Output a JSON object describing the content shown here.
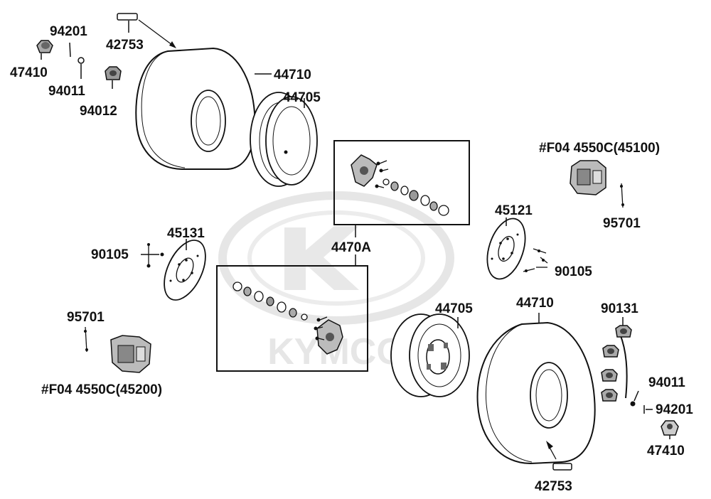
{
  "colors": {
    "line": "#111111",
    "watermark": "#e6e6e6",
    "background": "#ffffff"
  },
  "watermark": {
    "text": "KYMCO"
  },
  "callouts": {
    "tl_42753": "42753",
    "tl_94201": "94201",
    "tl_47410": "47410",
    "tl_94011": "94011",
    "tl_94012": "94012",
    "tl_44710": "44710",
    "tl_44705": "44705",
    "f04_45100": "#F04 4550C(45100)",
    "r_95701": "95701",
    "r_45121": "45121",
    "r_90105": "90105",
    "hub_assy": "4470A",
    "l_45131": "45131",
    "l_90105": "90105",
    "l_95701": "95701",
    "f04_45200": "#F04 4550C(45200)",
    "br_44705": "44705",
    "br_44710": "44710",
    "br_90131": "90131",
    "br_94011": "94011",
    "br_94201": "94201",
    "br_47410": "47410",
    "br_42753": "42753"
  },
  "icons": [
    "valve-stem-icon",
    "lug-nut-icon",
    "cotter-pin-icon",
    "washer-icon",
    "castle-nut-icon",
    "tire-icon",
    "rim-icon",
    "hub-icon",
    "brake-disc-icon",
    "brake-caliper-icon",
    "bolt-icon",
    "bearing-icon"
  ]
}
